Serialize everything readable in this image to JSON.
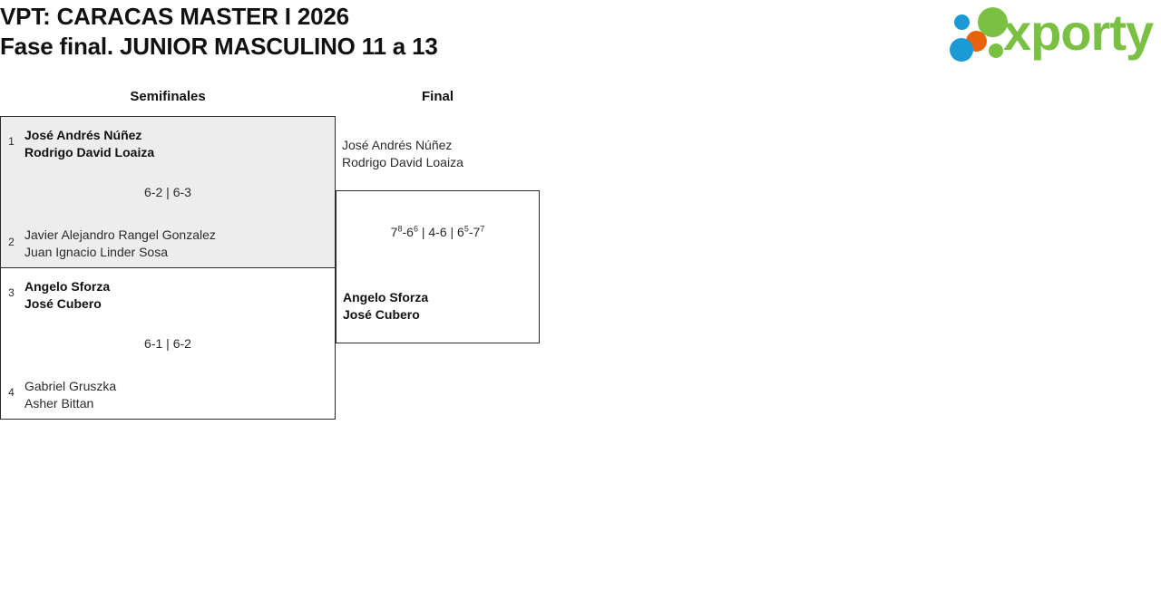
{
  "header": {
    "title_line1": "VPT: CARACAS MASTER I 2026",
    "title_line2": "Fase final. JUNIOR MASCULINO 11 a 13",
    "logo_text": "xporty",
    "logo_colors": {
      "green": "#7ac143",
      "blue": "#1b9ad6",
      "orange": "#e8620c"
    }
  },
  "bracket": {
    "rounds": [
      {
        "label": "Semifinales"
      },
      {
        "label": "Final"
      }
    ],
    "semifinals": [
      {
        "seed_top": "1",
        "team_top_line1": "José Andrés Núñez",
        "team_top_line2": "Rodrigo David Loaiza",
        "score": "6-2 | 6-3",
        "seed_bottom": "2",
        "team_bottom_line1": "Javier Alejandro Rangel Gonzalez",
        "team_bottom_line2": "Juan Ignacio Linder Sosa"
      },
      {
        "seed_top": "3",
        "team_top_line1": "Angelo Sforza",
        "team_top_line2": "José Cubero",
        "score": "6-1 | 6-2",
        "seed_bottom": "4",
        "team_bottom_line1": "Gabriel Gruszka",
        "team_bottom_line2": "Asher Bittan"
      }
    ],
    "final": {
      "team_top_line1": "José Andrés Núñez",
      "team_top_line2": "Rodrigo David Loaiza",
      "score_set1_a": "7",
      "score_set1_a_tb": "8",
      "score_set1_b": "-6",
      "score_set1_b_tb": "6",
      "score_sep1": " | 4-6 | ",
      "score_set3_a": "6",
      "score_set3_a_tb": "5",
      "score_set3_b": "-7",
      "score_set3_b_tb": "7",
      "team_bottom_line1": "Angelo Sforza",
      "team_bottom_line2": "José Cubero"
    }
  }
}
